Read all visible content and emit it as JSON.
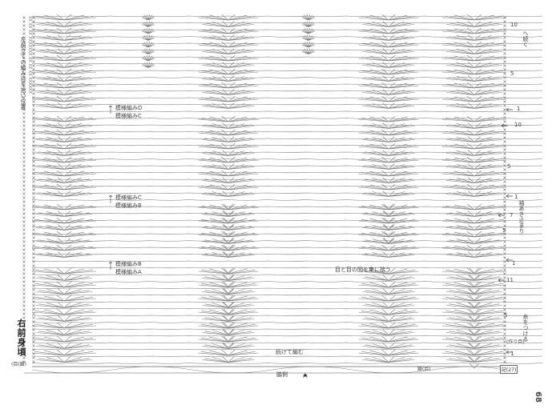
{
  "diagram": {
    "title": "右前身頃",
    "left_column_text": "左前立ての編み目を拾い位置",
    "left_column_xs": "XX XX XX XXXXXXX XX XX XX XXXXXX",
    "pattern_labels": [
      {
        "text": "模様編みD"
      },
      {
        "text": "模様編みC"
      },
      {
        "text": "模様編みC"
      },
      {
        "text": "模様編みB"
      },
      {
        "text": "模様編みB"
      },
      {
        "text": "模様編みA"
      }
    ],
    "right_labels": {
      "continue": "へ続く",
      "armhole_stop": "袖あき止まり",
      "attach_yarn": "糸をつける",
      "start": "(作り目)"
    },
    "row_numbers": [
      "10",
      "5",
      "1",
      "10",
      "5",
      "1",
      "7",
      "5",
      "1",
      "11",
      "5",
      "1"
    ],
    "annotations": {
      "bundle": "目と目の間を束に拾う",
      "continue_knit": "続けて編む",
      "side": "脇側",
      "start_left": "(目(鎖)",
      "chain_count": "鎖(目)",
      "edge_box": "記(27)",
      "page_number": "68"
    }
  }
}
